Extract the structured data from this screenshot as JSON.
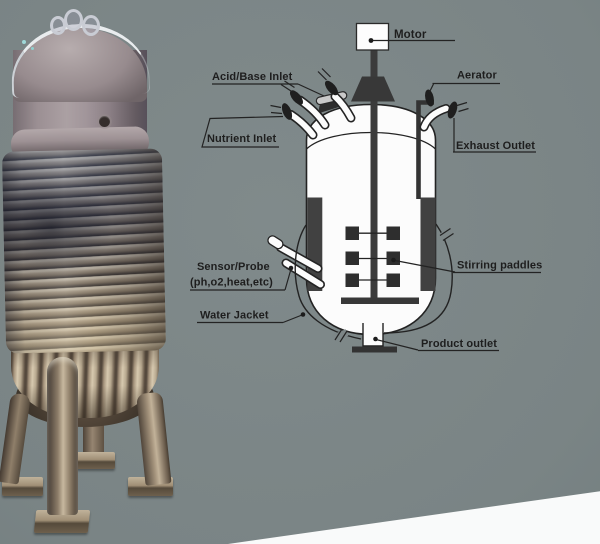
{
  "scene": {
    "background_color": "#7d8687",
    "wedge_color": "#f9fafa"
  },
  "photo": {
    "description": "industrial bioreactor tank with helical coil jacket, domed head and four support legs"
  },
  "diagram": {
    "stroke_color": "#232323",
    "dark_fill": "#3a3a3a",
    "vessel_fill": "#fcfcfc",
    "labels": {
      "motor": "Motor",
      "acid_base_inlet": "Acid/Base Inlet",
      "nutrient_inlet": "Nutrient Inlet",
      "aerator": "Aerator",
      "exhaust_outlet": "Exhaust Outlet",
      "sensor_probe_line1": "Sensor/Probe",
      "sensor_probe_line2": "(ph,o2,heat,etc)",
      "water_jacket": "Water Jacket",
      "stirring_paddles": "Stirring paddles",
      "product_outlet": "Product outlet"
    }
  }
}
